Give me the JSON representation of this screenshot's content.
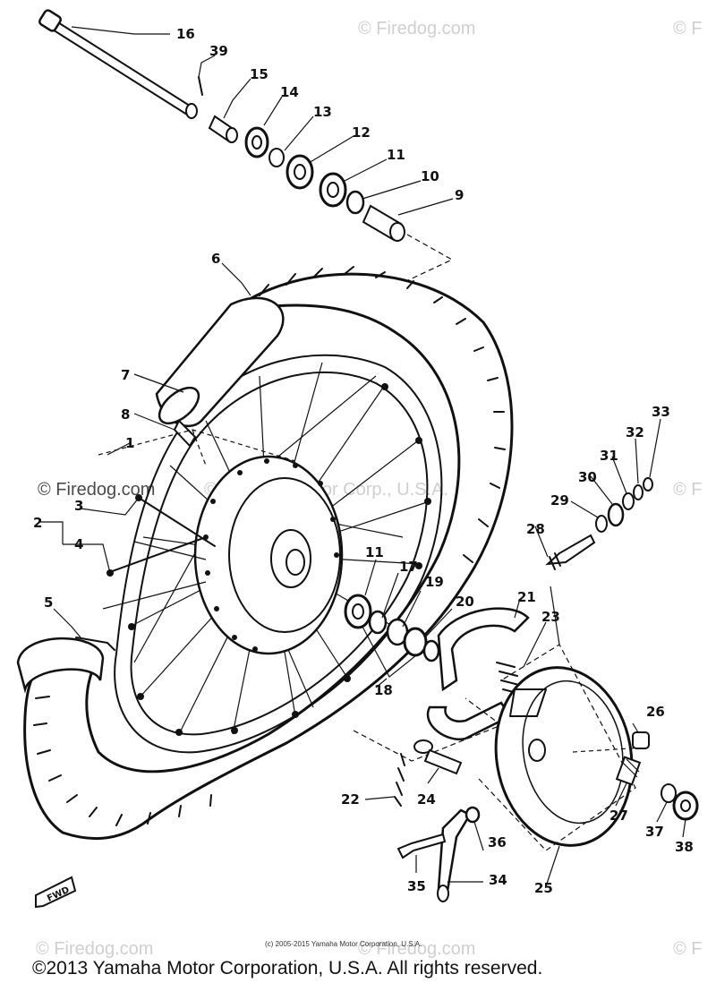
{
  "watermarks": {
    "top_center": "© Firedog.com",
    "top_right": "© F",
    "mid_left": "© Firedog.com",
    "mid_center": "© Yamaha Motor Corp., U.S.A.",
    "mid_right": "© F",
    "bottom_left": "© Firedog.com",
    "bottom_center": "© Firedog.com",
    "bottom_right": "© F"
  },
  "small_copyright": "(c) 2005-2015 Yamaha Motor Corporation, U.S.A.",
  "footer": "©2013 Yamaha Motor Corporation, U.S.A. All rights reserved.",
  "fwd_label": "FWD",
  "part_numbers": {
    "p1": "1",
    "p2": "2",
    "p3": "3",
    "p4": "4",
    "p5": "5",
    "p6": "6",
    "p7": "7",
    "p8": "8",
    "p9": "9",
    "p10": "10",
    "p11a": "11",
    "p11b": "11",
    "p12": "12",
    "p13": "13",
    "p14": "14",
    "p15": "15",
    "p16": "16",
    "p17": "17",
    "p18": "18",
    "p19": "19",
    "p20": "20",
    "p21": "21",
    "p22": "22",
    "p23": "23",
    "p24": "24",
    "p25": "25",
    "p26": "26",
    "p27": "27",
    "p28": "28",
    "p29": "29",
    "p30": "30",
    "p31": "31",
    "p32": "32",
    "p33": "33",
    "p34": "34",
    "p35": "35",
    "p36": "36",
    "p37": "37",
    "p38": "38",
    "p39": "39"
  }
}
